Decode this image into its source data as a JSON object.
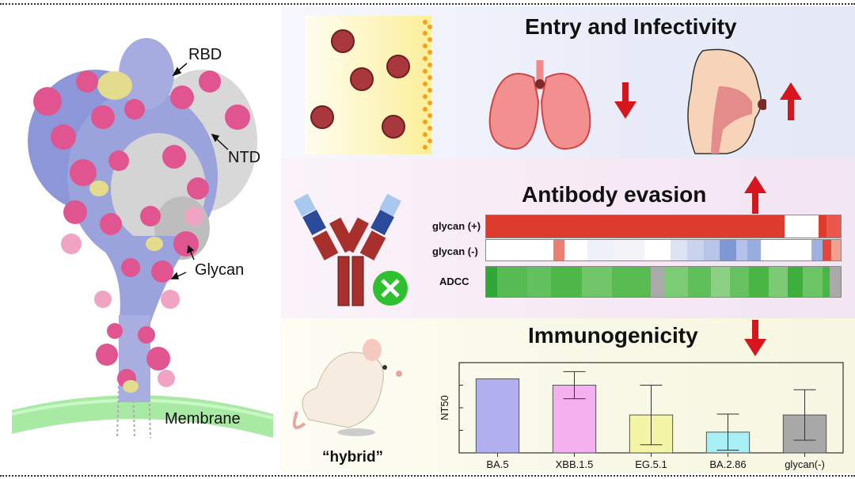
{
  "labels": {
    "rbd": "RBD",
    "ntd": "NTD",
    "glycan": "Glycan",
    "membrane": "Membrane",
    "hybrid": "“hybrid”"
  },
  "panels": {
    "entry_title": "Entry and Infectivity",
    "evasion_title": "Antibody evasion",
    "immuno_title": "Immunogenicity"
  },
  "heatmap": {
    "row1_label": "glycan (+)",
    "row2_label": "glycan (-)",
    "row3_label": "ADCC"
  },
  "colors": {
    "spike_blue": "#8c96d8",
    "glycan_pink": "#e0558f",
    "ntd_grey": "#d8d8d8",
    "arrow_red": "#d6151c",
    "membrane_green": "#8fe08a"
  },
  "chart_data": {
    "type": "bar",
    "ylabel": "NT50",
    "categories": [
      "BA.5",
      "XBB.1.5",
      "EG.5.1",
      "BA.2.86",
      "glycan(-)"
    ],
    "values": [
      0.82,
      0.75,
      0.42,
      0.23,
      0.42
    ],
    "error": [
      0,
      0.15,
      0.33,
      0.2,
      0.28
    ],
    "colors": [
      "#b0b0f0",
      "#f5b0f0",
      "#f5f5a8",
      "#a8f0f5",
      "#a8a8a8"
    ],
    "ylim": [
      0,
      1
    ]
  }
}
